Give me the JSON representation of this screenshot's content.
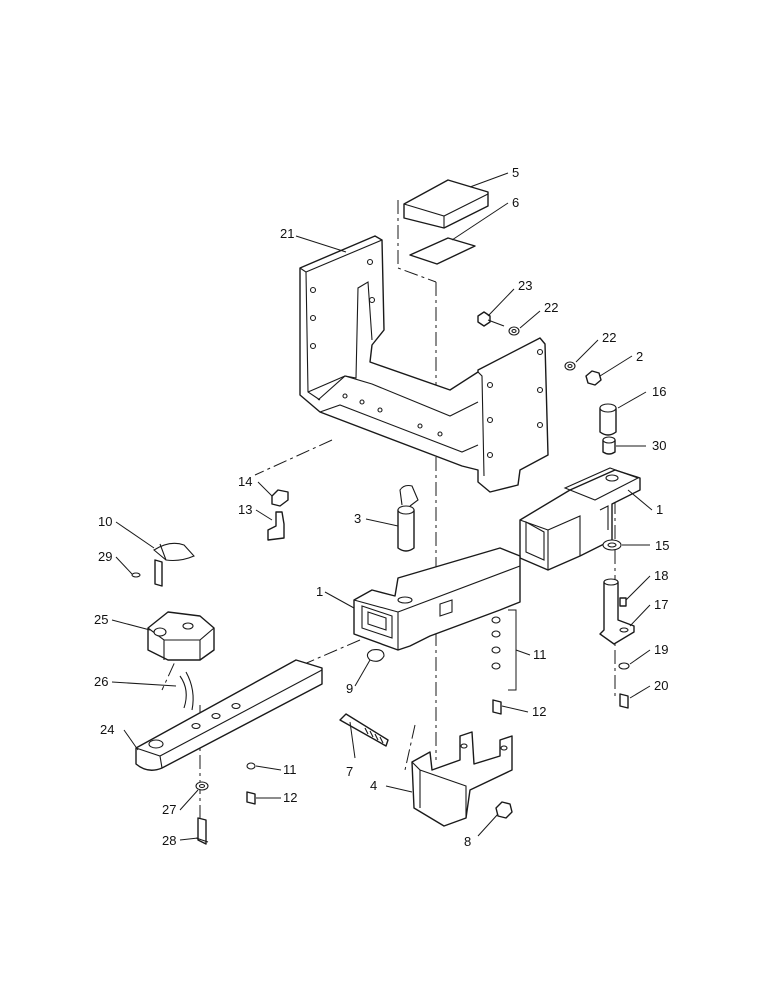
{
  "diagram": {
    "callouts": [
      {
        "id": "c5",
        "text": "5"
      },
      {
        "id": "c6",
        "text": "6"
      },
      {
        "id": "c21",
        "text": "21"
      },
      {
        "id": "c23",
        "text": "23"
      },
      {
        "id": "c22a",
        "text": "22"
      },
      {
        "id": "c22b",
        "text": "22"
      },
      {
        "id": "c2",
        "text": "2"
      },
      {
        "id": "c16",
        "text": "16"
      },
      {
        "id": "c30",
        "text": "30"
      },
      {
        "id": "c1a",
        "text": "1"
      },
      {
        "id": "c15",
        "text": "15"
      },
      {
        "id": "c18",
        "text": "18"
      },
      {
        "id": "c17",
        "text": "17"
      },
      {
        "id": "c19",
        "text": "19"
      },
      {
        "id": "c20",
        "text": "20"
      },
      {
        "id": "c14",
        "text": "14"
      },
      {
        "id": "c13",
        "text": "13"
      },
      {
        "id": "c3",
        "text": "3"
      },
      {
        "id": "c10",
        "text": "10"
      },
      {
        "id": "c29",
        "text": "29"
      },
      {
        "id": "c1b",
        "text": "1"
      },
      {
        "id": "c25",
        "text": "25"
      },
      {
        "id": "c11a",
        "text": "11"
      },
      {
        "id": "c9",
        "text": "9"
      },
      {
        "id": "c12a",
        "text": "12"
      },
      {
        "id": "c26",
        "text": "26"
      },
      {
        "id": "c24",
        "text": "24"
      },
      {
        "id": "c7",
        "text": "7"
      },
      {
        "id": "c11b",
        "text": "11"
      },
      {
        "id": "c4",
        "text": "4"
      },
      {
        "id": "c12b",
        "text": "12"
      },
      {
        "id": "c27",
        "text": "27"
      },
      {
        "id": "c28",
        "text": "28"
      },
      {
        "id": "c8",
        "text": "8"
      }
    ]
  }
}
